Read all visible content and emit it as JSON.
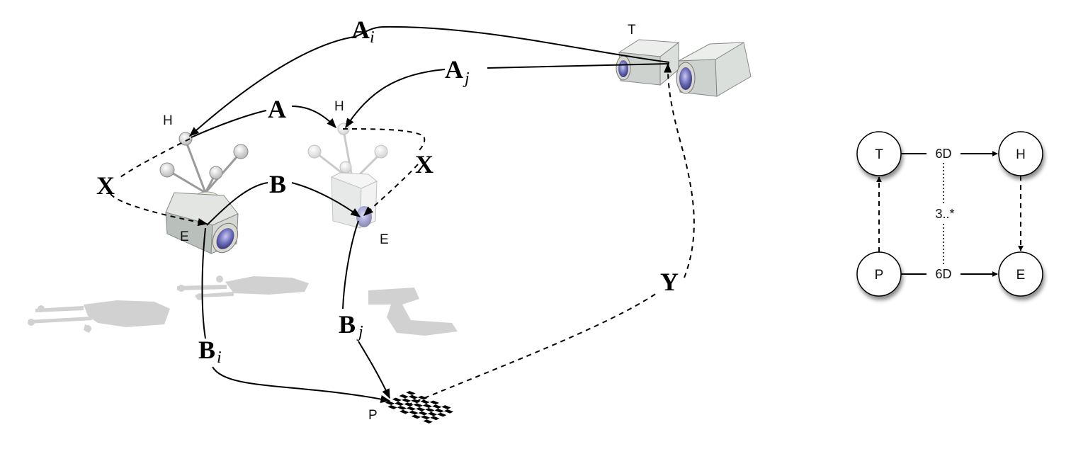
{
  "scene": {
    "frames": {
      "hand_left": "H",
      "hand_right": "H",
      "eye_left": "E",
      "eye_right": "E",
      "tracker": "T",
      "pattern": "P"
    },
    "transforms": {
      "A_i": {
        "main": "A",
        "sub": "i"
      },
      "A_j": {
        "main": "A",
        "sub": "j"
      },
      "A": "A",
      "B": "B",
      "B_i": {
        "main": "B",
        "sub": "i"
      },
      "B_j": {
        "main": "B",
        "sub": "j"
      },
      "X_left": "X",
      "X_right": "X",
      "Y": "Y"
    }
  },
  "graph": {
    "nodes": [
      "T",
      "H",
      "P",
      "E"
    ],
    "edges": [
      {
        "from": "T",
        "to": "H",
        "label": "6D",
        "style": "solid"
      },
      {
        "from": "P",
        "to": "E",
        "label": "6D",
        "style": "solid"
      },
      {
        "from": "P",
        "to": "T",
        "label": "",
        "style": "dashed"
      },
      {
        "from": "H",
        "to": "E",
        "label": "",
        "style": "dashed"
      }
    ],
    "multiplicity": "3..*"
  }
}
